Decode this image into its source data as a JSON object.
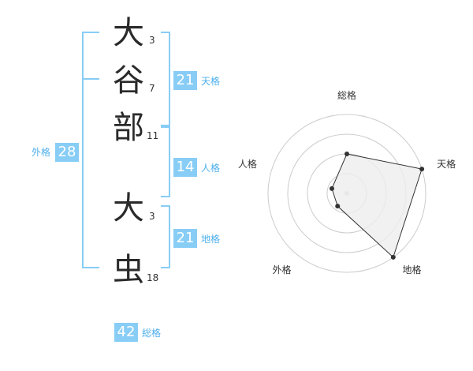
{
  "name": {
    "characters": [
      {
        "char": "大",
        "strokes": "3"
      },
      {
        "char": "谷",
        "strokes": "7"
      },
      {
        "char": "部",
        "strokes": "11"
      },
      {
        "char": "大",
        "strokes": "3"
      },
      {
        "char": "虫",
        "strokes": "18"
      }
    ]
  },
  "fortunes": {
    "tenkaku": {
      "value": "21",
      "label": "天格"
    },
    "jinkaku": {
      "value": "14",
      "label": "人格"
    },
    "chikaku": {
      "value": "21",
      "label": "地格"
    },
    "gaikaku": {
      "value": "28",
      "label": "外格"
    },
    "soukaku": {
      "value": "42",
      "label": "総格"
    }
  },
  "colors": {
    "accent": "#88cdf6",
    "label": "#4fb0ec",
    "polygon_fill": "#eeeeee",
    "polygon_stroke": "#333333",
    "grid": "#cccccc"
  },
  "chart_data": {
    "type": "radar",
    "axes": [
      "総格",
      "天格",
      "地格",
      "外格",
      "人格"
    ],
    "values": [
      0.5,
      1.0,
      1.0,
      0.2,
      0.2
    ],
    "rings": 4,
    "range": [
      0,
      1
    ]
  }
}
